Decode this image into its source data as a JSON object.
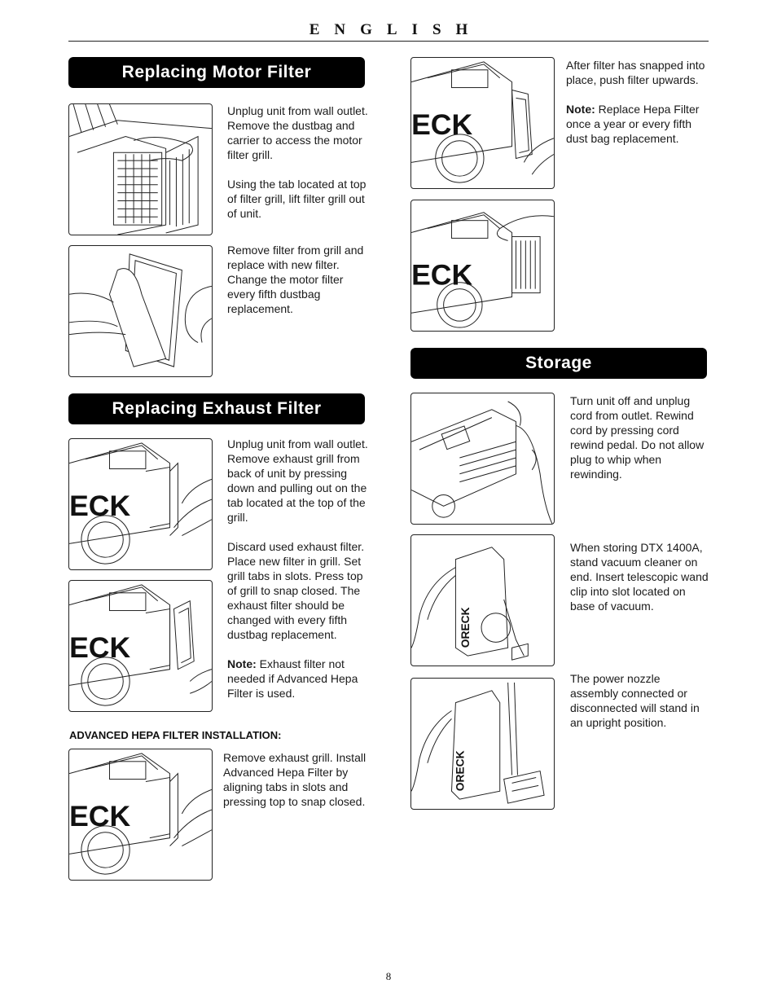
{
  "header": {
    "language": "ENGLISH"
  },
  "page_number": "8",
  "sections": {
    "motor": {
      "title": "Replacing Motor Filter",
      "step1": [
        "Unplug unit from wall outlet. Remove the dustbag and carrier to access the motor filter grill.",
        "Using the tab located at top of filter grill, lift filter grill out of unit."
      ],
      "step2": "Remove filter from grill and replace with new filter. Change the motor filter every fifth dustbag replacement."
    },
    "exhaust": {
      "title": "Replacing Exhaust Filter",
      "step1": "Unplug unit from wall outlet. Remove exhaust grill from back of unit by pressing down and pulling out on the tab located at the top of the grill.",
      "step2": "Discard used exhaust filter. Place new filter in grill. Set grill tabs in slots. Press top of grill to snap closed. The exhaust filter should be changed with every fifth dustbag replacement.",
      "note_label": "Note:",
      "note": "Exhaust filter not needed if Advanced Hepa Filter is used."
    },
    "hepa": {
      "heading": "ADVANCED HEPA FILTER INSTALLATION:",
      "step1": "Remove exhaust grill. Install Advanced Hepa Filter by aligning tabs in slots and pressing top to snap closed.",
      "step2": "After filter has snapped into place, push filter upwards.",
      "note_label": "Note:",
      "note": "Replace Hepa Filter once a year or every fifth dust bag replacement."
    },
    "storage": {
      "title": "Storage",
      "step1": "Turn unit off and unplug cord from outlet. Rewind cord by pressing cord rewind pedal. Do not allow plug to whip when rewinding.",
      "step2": "When storing DTX 1400A, stand vacuum cleaner on end. Insert telescopic wand clip into slot located on base of vacuum.",
      "step3": "The power nozzle assembly connected or disconnected will stand in an upright position."
    }
  },
  "figures": {
    "brand_partial": "ECK",
    "brand_full": "ORECK"
  }
}
